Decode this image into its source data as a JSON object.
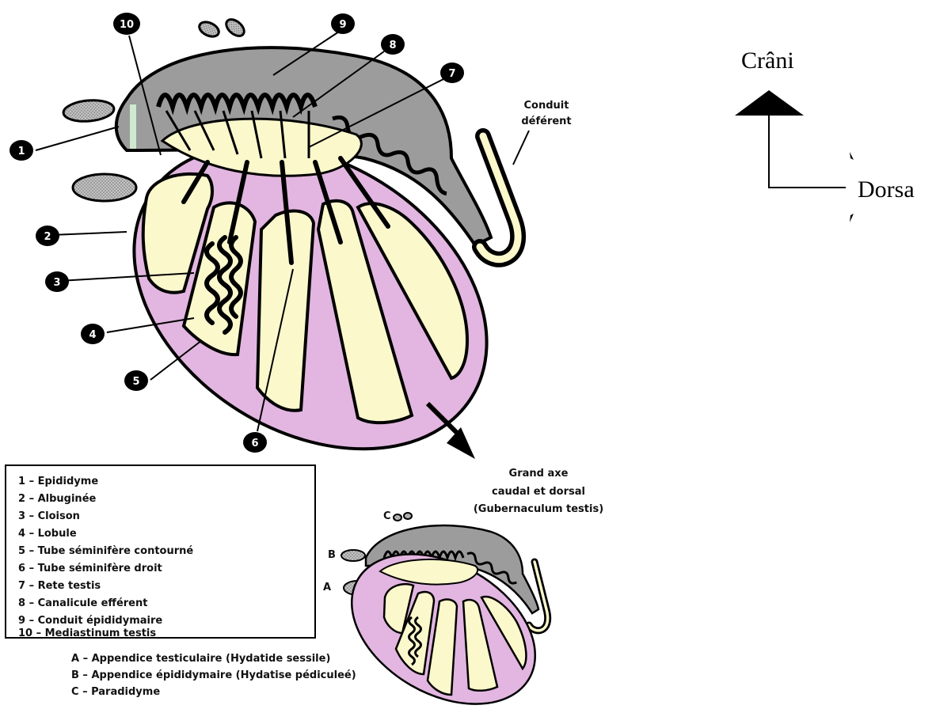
{
  "orientation": {
    "cranial_label": "Crâni",
    "dorsal_label": "Dorsa"
  },
  "labels": {
    "conduit_line1": "Conduit",
    "conduit_line2": "déférent",
    "grand_axe_line1": "Grand axe",
    "grand_axe_line2": "caudal et dorsal",
    "grand_axe_line3": "(Gubernaculum testis)",
    "small_a": "A",
    "small_b": "B",
    "small_c": "C"
  },
  "markers": [
    "1",
    "2",
    "3",
    "4",
    "5",
    "6",
    "7",
    "8",
    "9",
    "10"
  ],
  "legend": [
    "1 – Epididyme",
    "2 – Albuginée",
    "3 – Cloison",
    "4 – Lobule",
    "5 – Tube séminifère contourné",
    "6 – Tube séminifère droit",
    "7 – Rete testis",
    "8 – Canalicule efférent",
    "9 – Conduit épididymaire",
    "10 – Mediastinum testis"
  ],
  "footnotes": [
    "A – Appendice testiculaire (Hydatide sessile)",
    "B – Appendice épididymaire (Hydatise pédiculeé)",
    "C – Paradidyme"
  ],
  "colors": {
    "albuginea": "#e2b6e0",
    "lobule": "#fbf8cc",
    "epididymis": "#9c9c9c",
    "outline": "#000000"
  }
}
